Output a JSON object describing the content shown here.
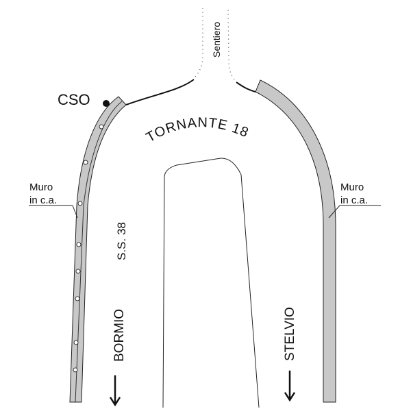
{
  "labels": {
    "path": "Sentiero",
    "point": "CSO",
    "bend": "TORNANTE 18",
    "wall_left_line1": "Muro",
    "wall_left_line2": "in c.a.",
    "wall_right_line1": "Muro",
    "wall_right_line2": "in c.a.",
    "road": "S.S. 38",
    "direction_left": "BORMIO",
    "direction_right": "STELVIO"
  },
  "colors": {
    "wall_fill": "#c8c8c8",
    "line": "#111111"
  }
}
